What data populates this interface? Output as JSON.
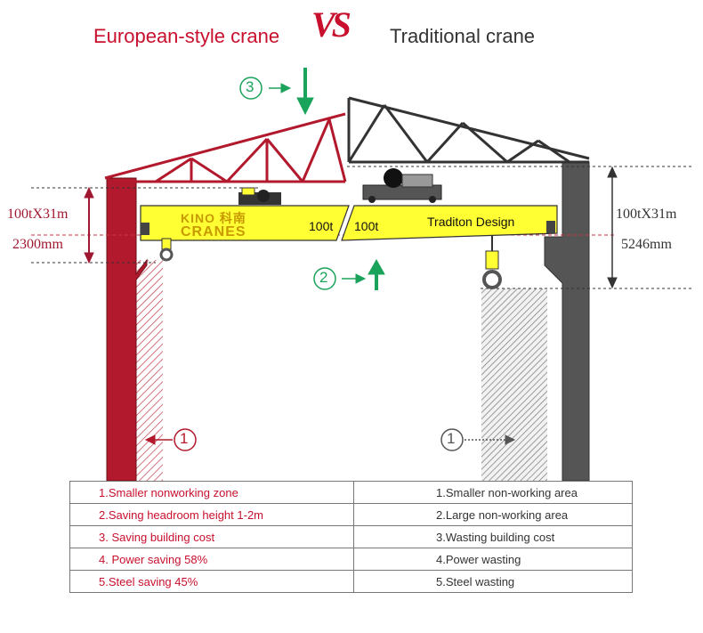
{
  "title": {
    "left": "European-style crane",
    "vs": "VS",
    "right": "Traditional crane"
  },
  "dimensions": {
    "left_spec": "100tX31m",
    "left_height": "2300mm",
    "right_spec": "100tX31m",
    "right_height": "5246mm"
  },
  "beam": {
    "left_capacity": "100t",
    "right_capacity": "100t",
    "right_label": "Traditon Design"
  },
  "logo": {
    "line1": "KINO 科南",
    "line2": "CRANES"
  },
  "markers": {
    "m1_left": "1",
    "m1_right": "1",
    "m2": "2",
    "m3": "3"
  },
  "colors": {
    "european": "#b3192c",
    "traditional": "#555555",
    "beam": "#ffff33",
    "arrow": "#1aa35a"
  },
  "table": {
    "rows": [
      {
        "left": "1.Smaller nonworking zone",
        "right": "1.Smaller non-working area"
      },
      {
        "left": "2.Saving headroom height 1-2m",
        "right": "2.Large non-working area"
      },
      {
        "left": "3. Saving building cost",
        "right": "3.Wasting building cost"
      },
      {
        "left": "4. Power saving  58%",
        "right": "4.Power wasting"
      },
      {
        "left": "5.Steel saving 45%",
        "right": "5.Steel wasting"
      }
    ]
  }
}
